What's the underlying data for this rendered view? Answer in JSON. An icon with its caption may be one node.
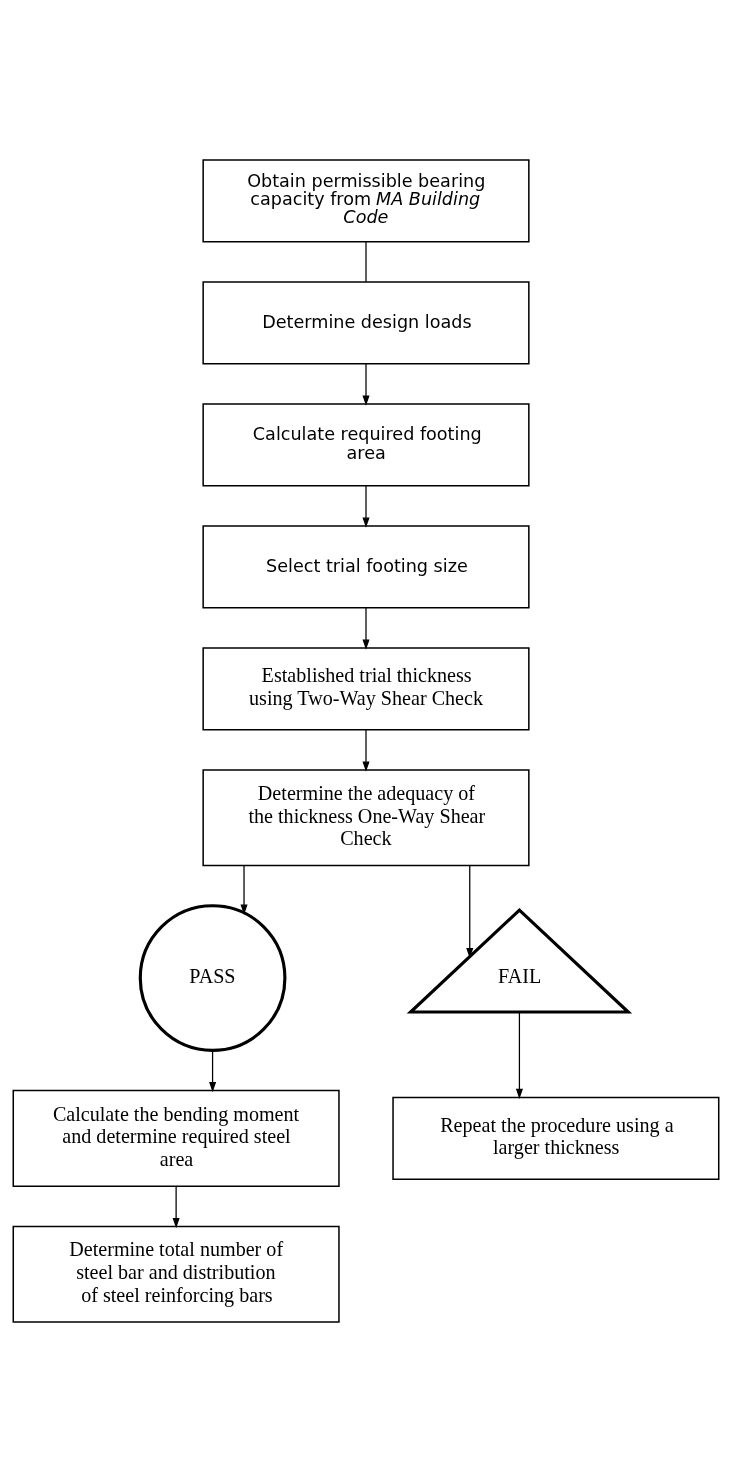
{
  "diagram": {
    "nodes": [
      {
        "text": [
          "Obtain permissible bearing capacity from *MA Building Code*"
        ]
      },
      {
        "text": [
          "Determine design loads"
        ]
      },
      {
        "text": [
          "Calculate required footing area"
        ]
      },
      {
        "text": [
          "Select trial footing size"
        ]
      },
      {
        "text": [
          "Established trial thickness using Two-Way Shear Check"
        ]
      },
      {
        "text": [
          "Determine the adequacy of the thickness One-Way Shear Check"
        ]
      },
      {
        "text": [
          "PASS"
        ]
      },
      {
        "text": [
          "FAIL"
        ]
      },
      {
        "text": [
          "Calculate the bending moment and determine required steel area"
        ]
      },
      {
        "text": [
          "Repeat the procedure using a larger thickness"
        ]
      },
      {
        "text": [
          "Determine total number of steel bar and distribution of steel reinforcing bars"
        ]
      }
    ],
    "edges": [
      {
        "from": 0,
        "to": 1,
        "arrow": "none"
      },
      {
        "from": 1,
        "to": 2,
        "arrow": "to"
      },
      {
        "from": 2,
        "to": 3,
        "arrow": "to"
      },
      {
        "from": 3,
        "to": 4,
        "arrow": "to"
      },
      {
        "from": 4,
        "to": 5,
        "arrow": "to"
      },
      {
        "from": 5,
        "to": 6,
        "arrow": "to"
      },
      {
        "from": 5,
        "to": 7,
        "arrow": "to"
      },
      {
        "from": 6,
        "to": 8,
        "arrow": "to"
      },
      {
        "from": 8,
        "to": 10,
        "arrow": "to"
      },
      {
        "from": 7,
        "to": 9,
        "arrow": "to"
      }
    ]
  }
}
